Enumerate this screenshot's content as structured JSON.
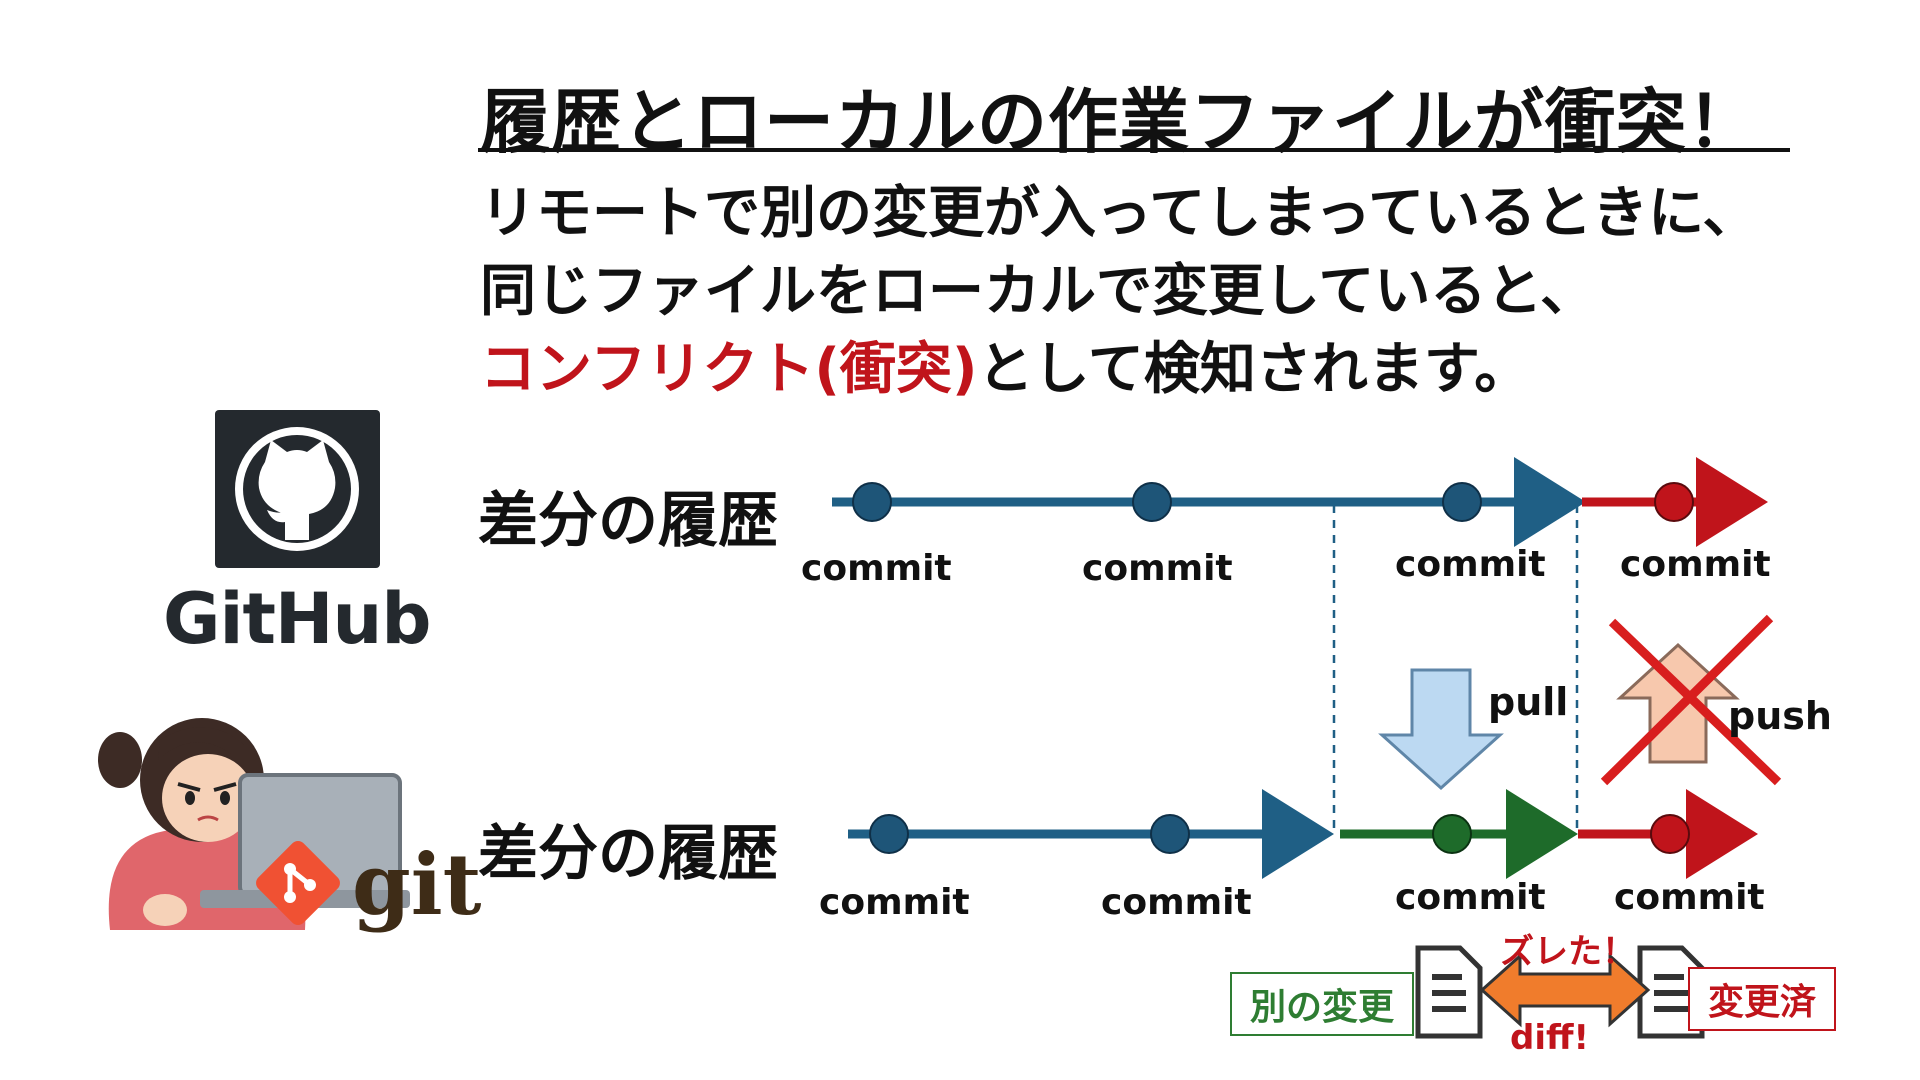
{
  "title": "履歴とローカルの作業ファイルが衝突！",
  "description": {
    "line1": "リモートで別の変更が入ってしまっているときに、",
    "line2": "同じファイルをローカルで変更していると、",
    "line3_highlight": "コンフリクト(衝突)",
    "line3_rest": "として検知されます。"
  },
  "remote": {
    "logo_text": "GitHub",
    "row_label": "差分の履歴",
    "commits": [
      "commit",
      "commit",
      "commit",
      "commit"
    ]
  },
  "local": {
    "logo_text": "git",
    "row_label": "差分の履歴",
    "commits": [
      "commit",
      "commit",
      "commit",
      "commit"
    ]
  },
  "actions": {
    "pull_label": "pull",
    "push_label": "push"
  },
  "conflict": {
    "other_change_label": "別の変更",
    "changed_label": "変更済",
    "diverged_label": "ズレた！",
    "diff_label": "diff!"
  },
  "colors": {
    "history_line": "#1f5f85",
    "commit_dot": "#1e5578",
    "pulled_line": "#1e6b2a",
    "conflict_red": "#c0141b",
    "pull_arrow": "#bcd9f2",
    "push_arrow": "#f7c8ad",
    "diff_arrow": "#f07c2c"
  }
}
